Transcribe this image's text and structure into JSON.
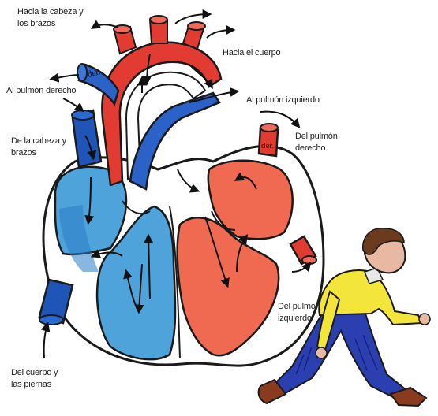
{
  "labels": {
    "head_arms_out": {
      "line1": "Hacia la cabeza y",
      "line2": "los brazos"
    },
    "body_out": "Hacia el cuerpo",
    "right_lung_out": "Al pulmón derecho",
    "left_lung_out": "Al pulmón izquierdo",
    "head_arms_in": {
      "line1": "De  la cabeza y",
      "line2": "brazos"
    },
    "right_lung_in": {
      "line1": "Del pulmón",
      "line2": "derecho"
    },
    "left_lung_in": {
      "line1": "Del pulmón",
      "line2": "izquierdo"
    },
    "body_legs_in": {
      "line1": "Del cuerpo y",
      "line2": "las piernas"
    }
  },
  "vessel_tags": {
    "right_pulmonary_artery": "der.",
    "right_pulmonary_vein": "der."
  },
  "colors": {
    "deoxygenated": "#3a8fd4",
    "deoxygenated_dark": "#1f4fae",
    "oxygenated": "#ec5a43",
    "oxygenated_dark": "#d5282a",
    "outline": "#1a1a1a"
  }
}
